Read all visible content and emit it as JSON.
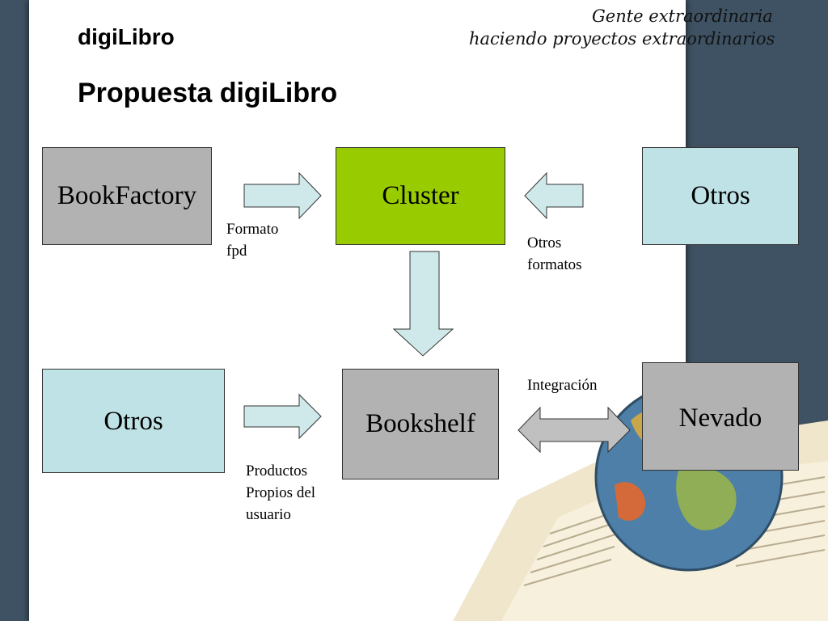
{
  "header": {
    "brand": "digiLibro",
    "title": "Propuesta digiLibro",
    "tagline_line1": "Gente extraordinaria",
    "tagline_line2": "haciendo proyectos extraordinarios"
  },
  "diagram": {
    "nodes": {
      "bookfactory": "BookFactory",
      "cluster": "Cluster",
      "otros_top": "Otros",
      "otros_bottom": "Otros",
      "bookshelf": "Bookshelf",
      "nevado": "Nevado"
    },
    "edge_labels": {
      "formato_line1": "Formato",
      "formato_line2": "fpd",
      "otros_formatos_line1": "Otros",
      "otros_formatos_line2": "formatos",
      "productos_line1": "Productos",
      "productos_line2": "Propios del",
      "productos_line3": "usuario",
      "integracion": "Integración"
    }
  },
  "colors": {
    "background": "#3e5263",
    "gray_box": "#b2b2b2",
    "green_box": "#99cc00",
    "light_blue_box": "#bfe2e6",
    "arrow_fill": "#cfe8ea",
    "double_arrow_fill": "#c0c0c0"
  },
  "icons": [
    "open-book-illustration",
    "globe-illustration"
  ]
}
